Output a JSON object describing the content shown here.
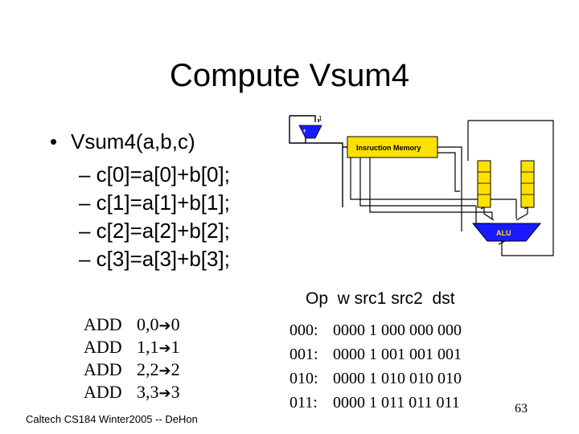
{
  "slide": {
    "title": "Compute Vsum4",
    "bullet": "Vsum4(a,b,c)",
    "sub_bullets": [
      "– c[0]=a[0]+b[0];",
      "– c[1]=a[1]+b[1];",
      "– c[2]=a[2]+b[2];",
      "– c[3]=a[3]+b[3];"
    ],
    "add_rows": [
      {
        "op": "ADD",
        "from": "0,0",
        "to": "0"
      },
      {
        "op": "ADD",
        "from": "1,1",
        "to": "1"
      },
      {
        "op": "ADD",
        "from": "2,2",
        "to": "2"
      },
      {
        "op": "ADD",
        "from": "3,3",
        "to": "3"
      }
    ],
    "opcode_header": "Op  w src1 src2  dst",
    "opcode_rows": [
      {
        "addr": "000:",
        "code": "0000 1 000 000 000"
      },
      {
        "addr": "001:",
        "code": "0000 1 001 001 001"
      },
      {
        "addr": "010:",
        "code": "0000 1 010 010 010"
      },
      {
        "addr": "011:",
        "code": "0000 1 011 011 011"
      }
    ],
    "footer": "Caltech CS184 Winter2005 -- DeHon",
    "page_number": "63"
  },
  "diagram": {
    "instruction_memory_label": "Insruction Memory",
    "alu_label": "ALU",
    "adder_label": "+",
    "increment_label": "1",
    "colors": {
      "memory_fill": "#ffe000",
      "alu_fill": "#1a1aff",
      "adder_fill": "#1a1aff",
      "register_fill": "#ffe000",
      "wire": "#000000"
    }
  }
}
